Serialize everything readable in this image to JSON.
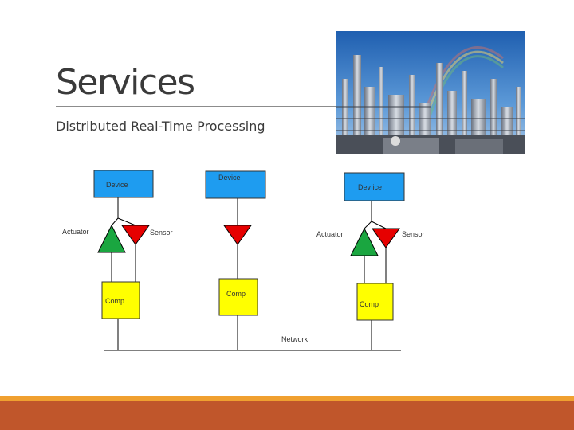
{
  "slide": {
    "title": "Services",
    "subtitle": "Distributed Real-Time Processing"
  },
  "diagram": {
    "devices": [
      "Device",
      "Device",
      "Dev ice"
    ],
    "actuator_labels": [
      "Actuator",
      "Actuator"
    ],
    "sensor_labels": [
      "Sensor",
      "Sensor"
    ],
    "comp_labels": [
      "Comp",
      "Comp",
      "Comp"
    ],
    "network_label": "Network"
  },
  "colors": {
    "device_fill": "#1e9cf0",
    "comp_fill": "#ffff00",
    "sensor_fill": "#e60000",
    "actuator_fill": "#1aa640",
    "accent_bar": "#c0562b",
    "accent_bar_top": "#f0a030"
  },
  "icons": {
    "photo": "refinery-photo"
  }
}
